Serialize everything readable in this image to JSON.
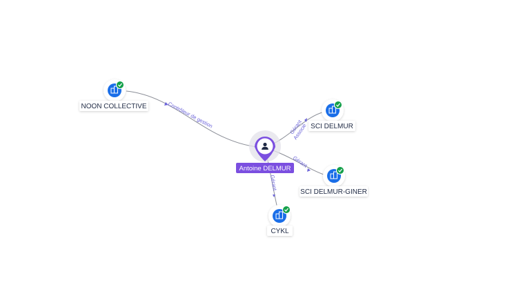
{
  "person": {
    "name": "Antoine DELMUR"
  },
  "companies": [
    {
      "id": "noon",
      "name": "NOON COLLECTIVE",
      "verified": true
    },
    {
      "id": "sci1",
      "name": "SCI DELMUR",
      "verified": true
    },
    {
      "id": "sci2",
      "name": "SCI DELMUR-GINER",
      "verified": true
    },
    {
      "id": "cykl",
      "name": "CYKL",
      "verified": true
    }
  ],
  "relations": [
    {
      "to": "noon",
      "labels": [
        "Contrôleur de gestion"
      ]
    },
    {
      "to": "sci1",
      "labels": [
        "Gérant",
        "Associé"
      ]
    },
    {
      "to": "sci2",
      "labels": [
        "Gérant"
      ]
    },
    {
      "to": "cykl",
      "labels": [
        "Gérant"
      ]
    }
  ],
  "colors": {
    "accent": "#7b4fe0",
    "company_icon": "#1a6ee8",
    "verified": "#14a04a",
    "edge": "#8a8d96",
    "edge_label": "#6b63d9"
  },
  "icons": {
    "person": "person-icon",
    "company": "building-icon",
    "verified": "check-badge-icon"
  }
}
